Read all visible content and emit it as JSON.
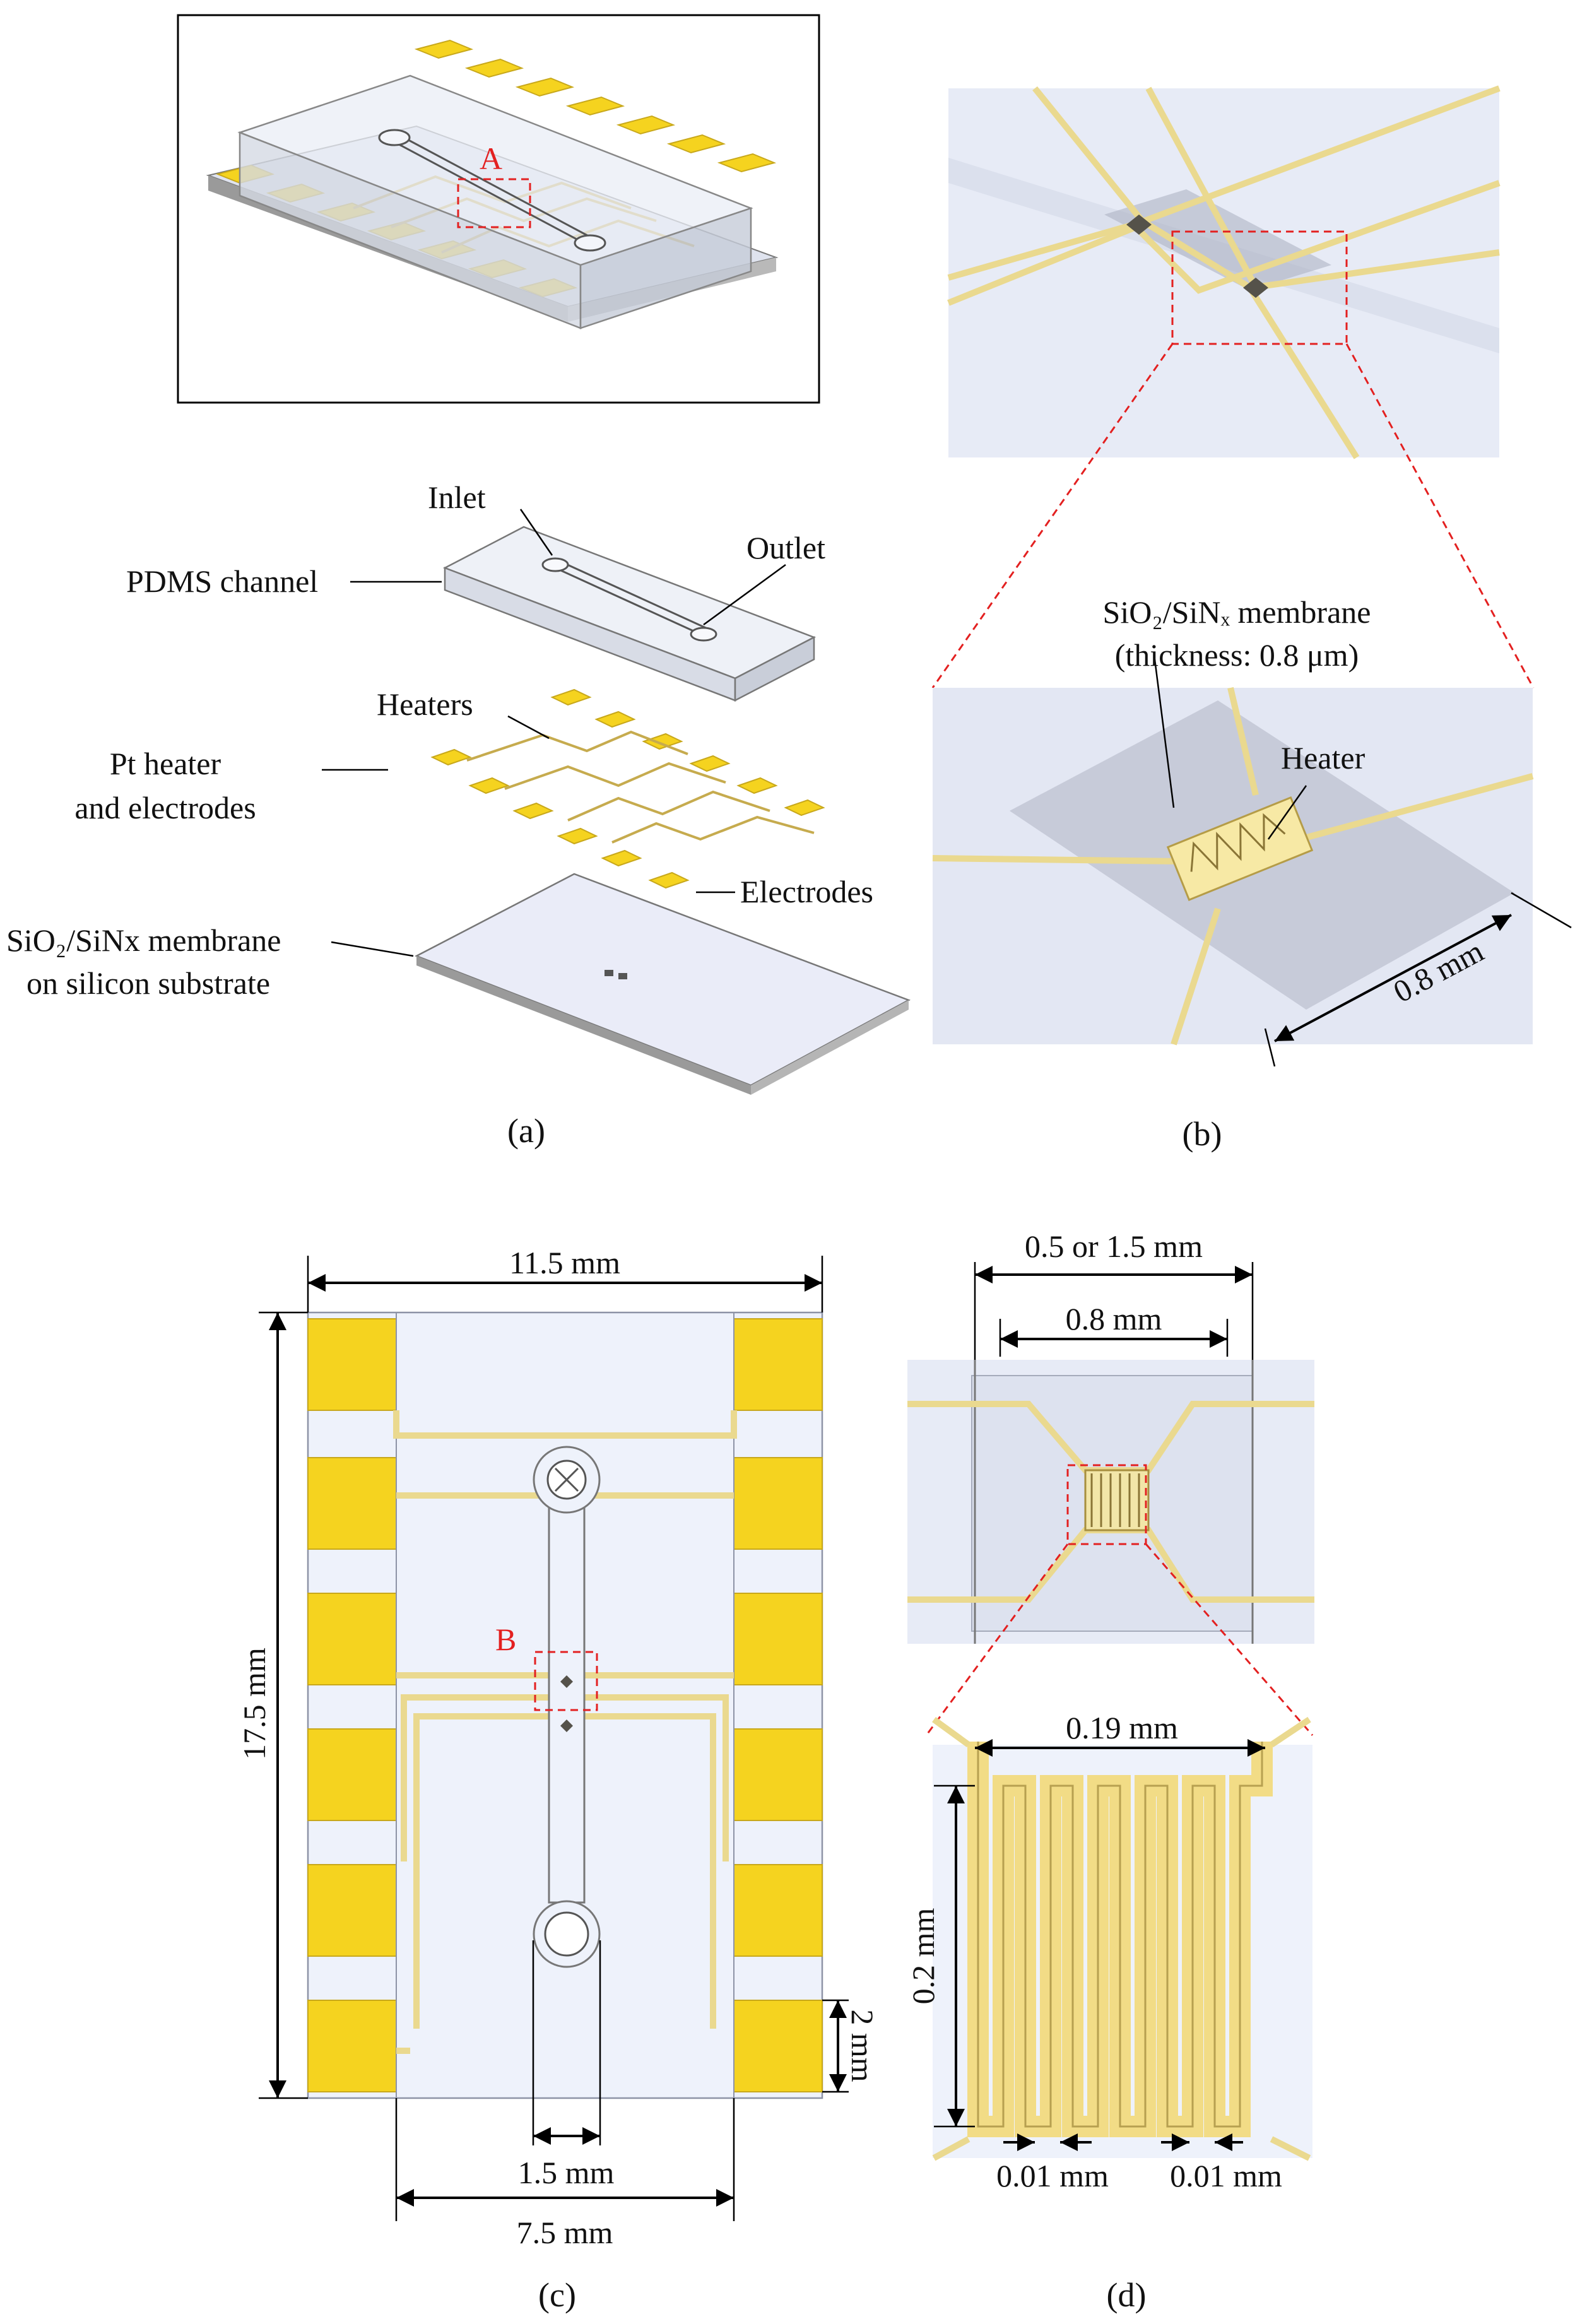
{
  "panel_a": {
    "marker_A": "A",
    "labels": {
      "inlet": "Inlet",
      "outlet": "Outlet",
      "pdms_channel": "PDMS channel",
      "heaters": "Heaters",
      "pt_heater_line1": "Pt heater",
      "pt_heater_line2": "and electrodes",
      "electrodes": "Electrodes",
      "membrane_line1": "SiO₂/SiNx membrane",
      "membrane_line2": "on silicon substrate"
    },
    "caption": "(a)"
  },
  "panel_b": {
    "membrane_label_line1": "SiO₂/SiNₓ membrane",
    "membrane_label_line2": "(thickness: 0.8 μm)",
    "heater_label": "Heater",
    "dimension": "0.8 mm",
    "caption": "(b)"
  },
  "panel_c": {
    "marker_B": "B",
    "width_total": "11.5 mm",
    "height_total": "17.5 mm",
    "pad_pitch": "2 mm",
    "channel_width": "1.5 mm",
    "inner_width": "7.5 mm",
    "caption": "(c)"
  },
  "panel_d": {
    "outer_width": "0.5 or 1.5 mm",
    "inner_width": "0.8 mm",
    "serpentine_width": "0.19 mm",
    "serpentine_height": "0.2 mm",
    "gap_left": "0.01 mm",
    "gap_right": "0.01 mm",
    "caption": "(d)"
  },
  "colors": {
    "gold": "#f5d31f",
    "trace": "#f7e27a",
    "glass": "#eef2fb",
    "marker": "#e32020"
  }
}
